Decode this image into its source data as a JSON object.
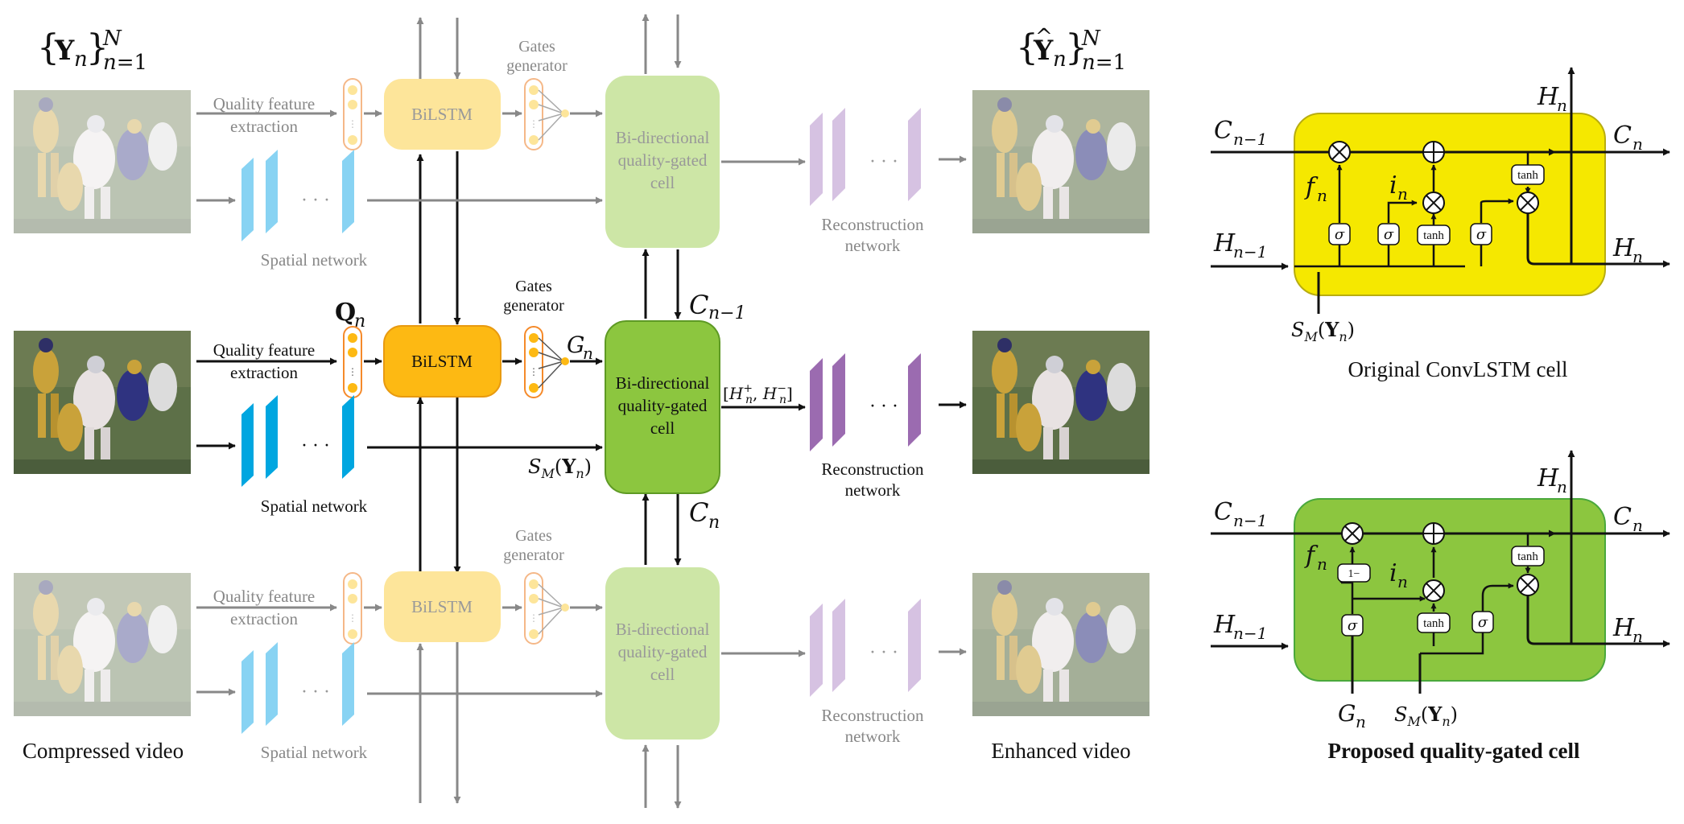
{
  "main_diagram": {
    "input_label": "{Y_n}_{n=1}^N",
    "output_label": "{Ŷ_n}_{n=1}^N",
    "compressed_caption": "Compressed video",
    "enhanced_caption": "Enhanced video",
    "quality_feature": [
      "Quality feature",
      "extraction"
    ],
    "bilstm": "BiLSTM",
    "gates_generator": [
      "Gates",
      "generator"
    ],
    "cell": [
      "Bi-directional",
      "quality-gated",
      "cell"
    ],
    "spatial_network": "Spatial network",
    "reconstruction_network": [
      "Reconstruction",
      "network"
    ],
    "q_label": "Q",
    "q_sub": "n",
    "g_label": "G",
    "g_sub": "n",
    "c_prev": "C",
    "c_prev_sub": "n−1",
    "c_next": "C",
    "c_next_sub": "n",
    "h_concat": "[H+n, H−n]",
    "s_label": "S_M(Y_n)",
    "dots": "· · ·"
  },
  "original_cell": {
    "caption": "Original ConvLSTM cell",
    "c_in": "C",
    "c_in_sub": "n−1",
    "c_out": "C",
    "c_out_sub": "n",
    "h_in": "H",
    "h_in_sub": "n−1",
    "h_out": "H",
    "h_out_sub": "n",
    "h_top": "H",
    "h_top_sub": "n",
    "f": "f",
    "f_sub": "n",
    "i": "i",
    "i_sub": "n",
    "s_input": "S_M(Y_n)",
    "sigma": "σ",
    "tanh": "tanh",
    "fill": "#f5e800"
  },
  "proposed_cell": {
    "caption": "Proposed quality-gated cell",
    "c_in": "C",
    "c_in_sub": "n−1",
    "c_out": "C",
    "c_out_sub": "n",
    "h_in": "H",
    "h_in_sub": "n−1",
    "h_out": "H",
    "h_out_sub": "n",
    "h_top": "H",
    "h_top_sub": "n",
    "f": "f",
    "f_sub": "n",
    "i": "i",
    "i_sub": "n",
    "one_minus": "1−",
    "g_input": "G",
    "g_input_sub": "n",
    "s_input": "S_M(Y_n)",
    "sigma": "σ",
    "tanh": "tanh",
    "fill": "#8cc63f"
  },
  "colors": {
    "bilstm_active": "#fdb913",
    "bilstm_faded": "#fde59a",
    "cell_active": "#8cc63f",
    "cell_faded": "#cde6a6",
    "spatial_active": "#00a6e0",
    "spatial_faded": "#88d3f3",
    "recon_active": "#9b6bb0",
    "recon_faded": "#d6c2e2"
  }
}
